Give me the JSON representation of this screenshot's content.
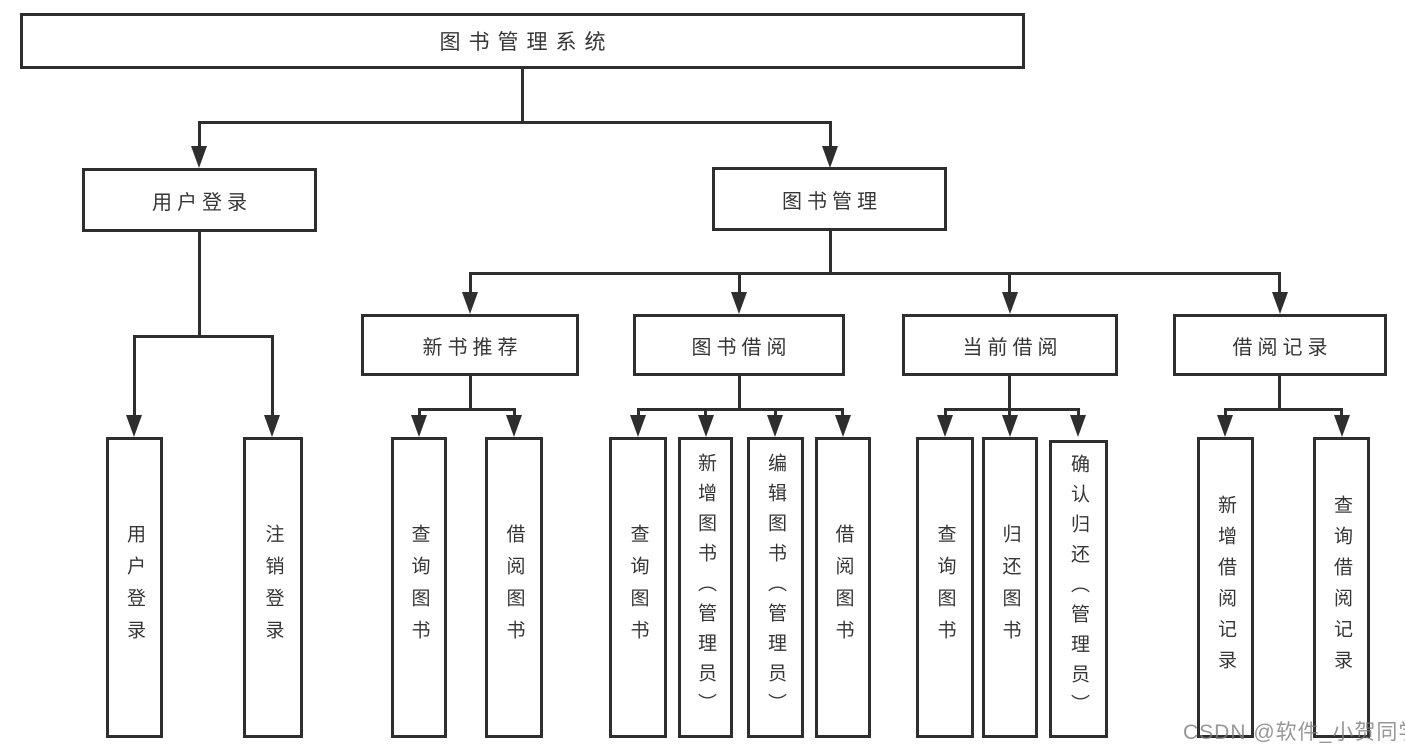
{
  "tree": {
    "label": "图书管理系统",
    "children": [
      {
        "label": "用户登录",
        "children": [
          {
            "label": "用户登录"
          },
          {
            "label": "注销登录"
          }
        ]
      },
      {
        "label": "图书管理",
        "children": [
          {
            "label": "新书推荐",
            "children": [
              {
                "label": "查询图书"
              },
              {
                "label": "借阅图书"
              }
            ]
          },
          {
            "label": "图书借阅",
            "children": [
              {
                "label": "查询图书"
              },
              {
                "label": "新增图书（管理员）"
              },
              {
                "label": "编辑图书（管理员）"
              },
              {
                "label": "借阅图书"
              }
            ]
          },
          {
            "label": "当前借阅",
            "children": [
              {
                "label": "查询图书"
              },
              {
                "label": "归还图书"
              },
              {
                "label": "确认归还（管理员）"
              }
            ]
          },
          {
            "label": "借阅记录",
            "children": [
              {
                "label": "新增借阅记录"
              },
              {
                "label": "查询借阅记录"
              }
            ]
          }
        ]
      }
    ]
  },
  "watermark": {
    "text": "CSDN @软件_小贺同学",
    "color": "#7d7d7d"
  },
  "colors": {
    "line": "#2e2e2e",
    "border": "#2e2e2e",
    "text": "#363636",
    "background": "#ffffff"
  }
}
